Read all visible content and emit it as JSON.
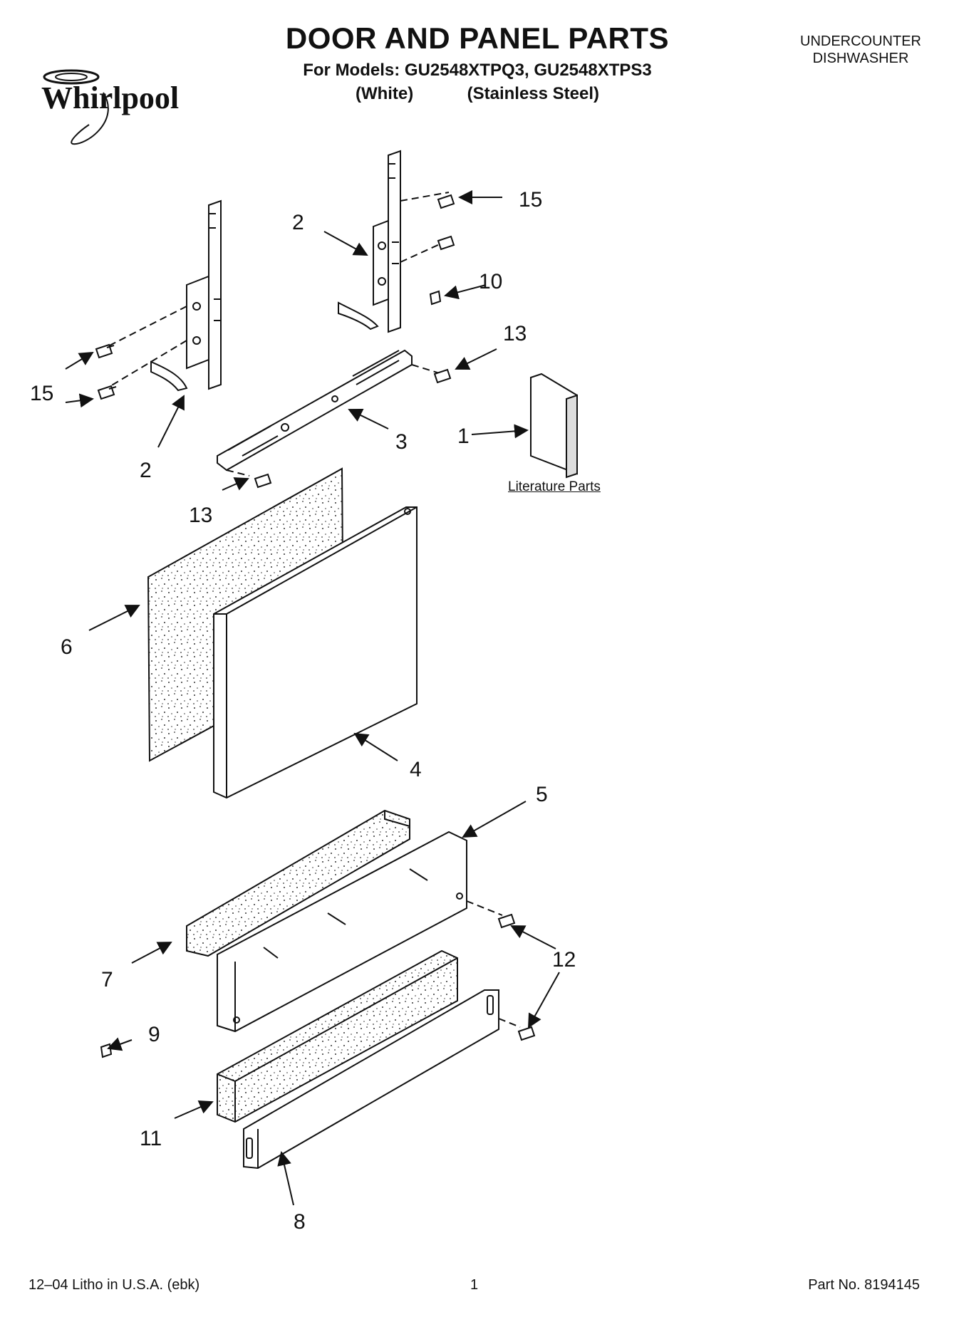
{
  "header": {
    "title": "DOOR AND PANEL PARTS",
    "models_line": "For Models: GU2548XTPQ3, GU2548XTPS3",
    "variant_white": "(White)",
    "variant_stainless": "(Stainless Steel)",
    "product_line1": "UNDERCOUNTER",
    "product_line2": "DISHWASHER",
    "brand_logo": "Whirlpool"
  },
  "diagram": {
    "callouts": [
      "15",
      "2",
      "10",
      "13",
      "15",
      "2",
      "3",
      "13",
      "1",
      "6",
      "4",
      "5",
      "7",
      "12",
      "9",
      "11",
      "8"
    ],
    "literature_label": "Literature Parts"
  },
  "footer": {
    "litho": "12–04 Litho in U.S.A. (ebk)",
    "page": "1",
    "part_no": "Part No. 8194145"
  },
  "colors": {
    "ink": "#111111",
    "paper": "#ffffff"
  }
}
